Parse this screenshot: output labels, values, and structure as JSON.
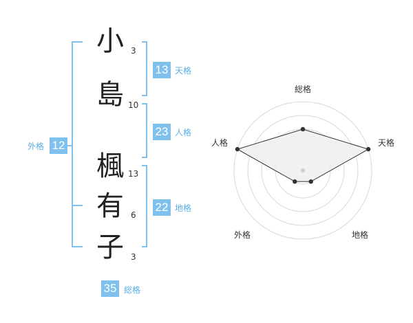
{
  "name": {
    "chars": [
      {
        "char": "小",
        "strokes": "3"
      },
      {
        "char": "島",
        "strokes": "10"
      },
      {
        "char": "楓",
        "strokes": "13"
      },
      {
        "char": "有",
        "strokes": "6"
      },
      {
        "char": "子",
        "strokes": "3"
      }
    ]
  },
  "kakusu": {
    "tenkaku": {
      "value": "13",
      "label": "天格"
    },
    "jinkaku": {
      "value": "23",
      "label": "人格"
    },
    "chikaku": {
      "value": "22",
      "label": "地格"
    },
    "gaikaku": {
      "value": "12",
      "label": "外格"
    },
    "soukaku": {
      "value": "35",
      "label": "総格"
    }
  },
  "colors": {
    "accent": "#7fc1ec",
    "accent_text": "#5aaee6",
    "radar_fill": "#f0f0f0",
    "radar_line": "#333333",
    "ring": "#d8d8d8"
  },
  "chart_data": {
    "type": "radar",
    "axes": [
      "総格",
      "天格",
      "地格",
      "外格",
      "人格"
    ],
    "values": [
      3,
      5,
      1,
      1,
      5
    ],
    "max": 5,
    "grid": true
  }
}
